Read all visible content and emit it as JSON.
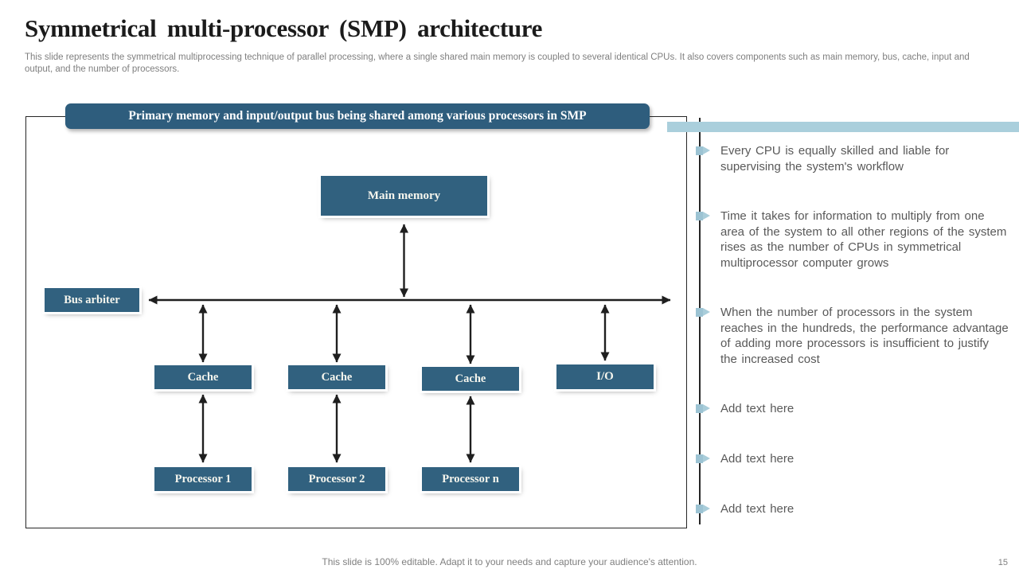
{
  "slide": {
    "title": "Symmetrical multi-processor (SMP) architecture",
    "subtitle": "This slide represents the symmetrical multiprocessing technique of parallel processing, where a single shared main memory is coupled to several identical CPUs. It also covers components such as main memory, bus, cache, input and output, and the number of processors.",
    "footer": "This slide is 100% editable. Adapt it to your needs and capture your audience's attention.",
    "page_number": "15"
  },
  "colors": {
    "node_blue": "#31617f",
    "banner_blue": "#2e5d7d",
    "accent_light_blue": "#aacfdc",
    "body_text_gray": "#595959",
    "subtitle_gray": "#7f7f7f",
    "arrow_black": "#1f1f1f"
  },
  "diagram": {
    "banner": "Primary memory and input/output bus being shared among various processors in SMP",
    "nodes": {
      "main_memory": "Main memory",
      "bus_arbiter": "Bus arbiter",
      "cache_1": "Cache",
      "cache_2": "Cache",
      "cache_3": "Cache",
      "io": "I/O",
      "processor_1": "Processor 1",
      "processor_2": "Processor 2",
      "processor_n": "Processor n"
    }
  },
  "insights": {
    "items": [
      "Every CPU is equally skilled and liable for supervising the system's workflow",
      "Time it takes for information to multiply from one area of the system to all other regions of the system rises as the number of CPUs in symmetrical multiprocessor computer grows",
      "When the number of processors in the system reaches in the hundreds, the performance advantage of adding more processors is insufficient to justify the increased cost",
      "Add text here",
      "Add text here",
      "Add text here"
    ]
  }
}
